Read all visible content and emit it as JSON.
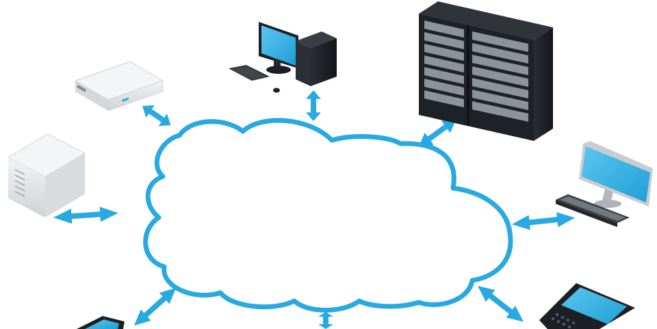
{
  "diagram": {
    "center_node": {
      "icon": "cloud-icon",
      "label": ""
    },
    "devices": [
      {
        "id": "nas",
        "icon": "network-storage-icon"
      },
      {
        "id": "desktop",
        "icon": "desktop-computer-icon"
      },
      {
        "id": "rack",
        "icon": "server-rack-icon"
      },
      {
        "id": "tower",
        "icon": "tower-server-icon"
      },
      {
        "id": "monitor",
        "icon": "monitor-keyboard-icon"
      },
      {
        "id": "phone-left",
        "icon": "smartphone-icon"
      },
      {
        "id": "phone-right",
        "icon": "smartphone-keyboard-icon"
      }
    ],
    "connector_icon": "double-arrow-icon"
  },
  "colors": {
    "accent": "#29a9e1",
    "screen": "#39b4e6",
    "dark_case": "#1e2126",
    "light_case": "#e6e8ea",
    "background": "#ffffff"
  }
}
